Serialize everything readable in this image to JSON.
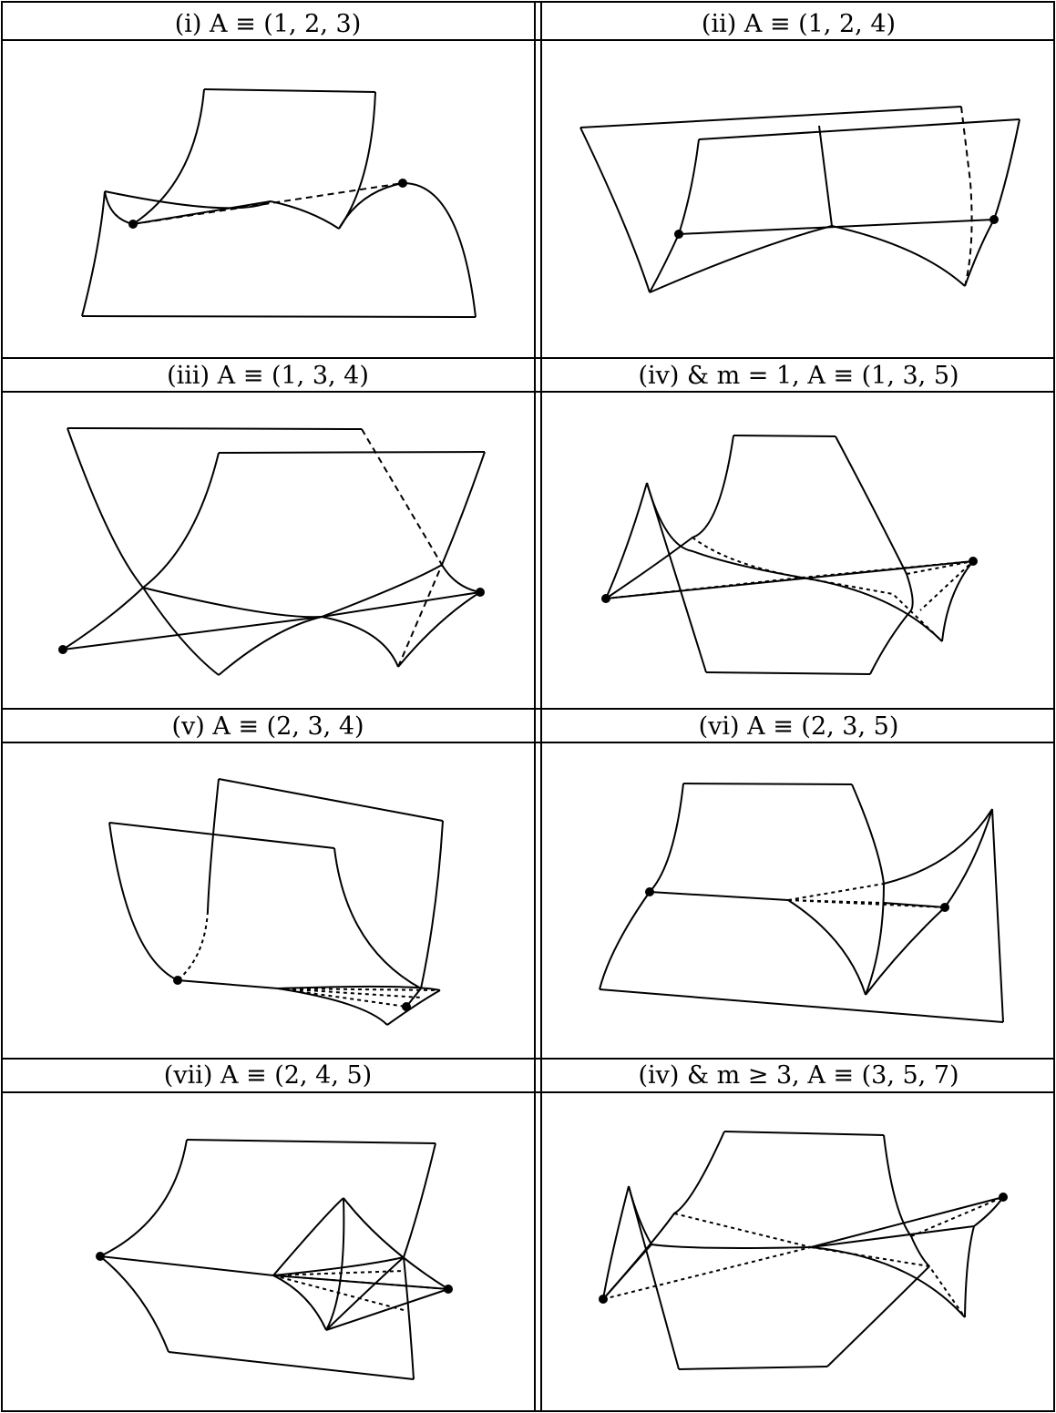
{
  "panels": [
    {
      "id": "i",
      "label": "(i) A ≡ (1, 2, 3)"
    },
    {
      "id": "ii",
      "label": "(ii) A ≡ (1, 2, 4)"
    },
    {
      "id": "iii",
      "label": "(iii) A ≡ (1, 3, 4)"
    },
    {
      "id": "iv-m1",
      "label": "(iv) & m = 1, A ≡ (1, 3, 5)"
    },
    {
      "id": "v",
      "label": "(v) A ≡ (2, 3, 4)"
    },
    {
      "id": "vi",
      "label": "(vi) A ≡ (2, 3, 5)"
    },
    {
      "id": "vii",
      "label": "(vii) A ≡ (2, 4, 5)"
    },
    {
      "id": "iv-m3",
      "label": "(iv) & m ≥ 3, A ≡ (3, 5, 7)"
    }
  ],
  "colors": {
    "line": "#000000",
    "background": "#ffffff"
  }
}
